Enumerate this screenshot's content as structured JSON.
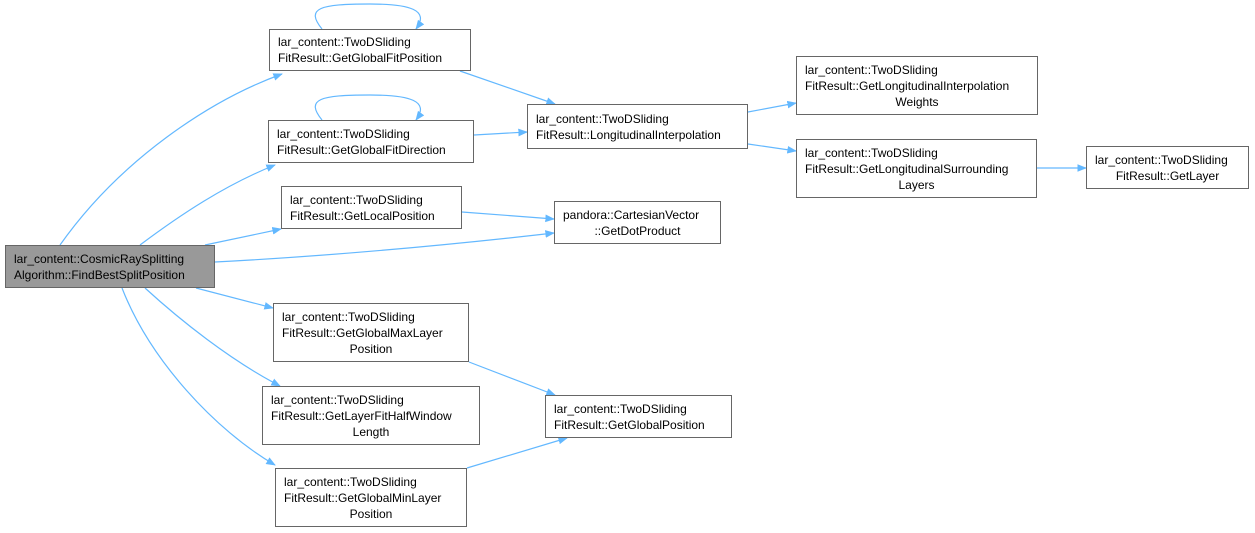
{
  "diagram": {
    "edge_color": "#63b8ff",
    "root_fill": "#999999",
    "node_border": "#666666",
    "nodes": [
      {
        "id": "root",
        "lines": [
          "lar_content::CosmicRaySplitting",
          "Algorithm::FindBestSplitPosition"
        ]
      },
      {
        "id": "getGlobalFitPosition",
        "lines": [
          "lar_content::TwoDSliding",
          "FitResult::GetGlobalFitPosition"
        ]
      },
      {
        "id": "getGlobalFitDirection",
        "lines": [
          "lar_content::TwoDSliding",
          "FitResult::GetGlobalFitDirection"
        ]
      },
      {
        "id": "getLocalPosition",
        "lines": [
          "lar_content::TwoDSliding",
          "FitResult::GetLocalPosition"
        ]
      },
      {
        "id": "getGlobalMaxLayerPosition",
        "lines": [
          "lar_content::TwoDSliding",
          "FitResult::GetGlobalMaxLayer",
          "Position"
        ]
      },
      {
        "id": "getLayerFitHalfWindowLength",
        "lines": [
          "lar_content::TwoDSliding",
          "FitResult::GetLayerFitHalfWindow",
          "Length"
        ]
      },
      {
        "id": "getGlobalMinLayerPosition",
        "lines": [
          "lar_content::TwoDSliding",
          "FitResult::GetGlobalMinLayer",
          "Position"
        ]
      },
      {
        "id": "longitudinalInterpolation",
        "lines": [
          "lar_content::TwoDSliding",
          "FitResult::LongitudinalInterpolation"
        ]
      },
      {
        "id": "getDotProduct",
        "lines": [
          "pandora::CartesianVector",
          "::GetDotProduct"
        ]
      },
      {
        "id": "getGlobalPosition",
        "lines": [
          "lar_content::TwoDSliding",
          "FitResult::GetGlobalPosition"
        ]
      },
      {
        "id": "getLongitudinalInterpolationWeights",
        "lines": [
          "lar_content::TwoDSliding",
          "FitResult::GetLongitudinalInterpolation",
          "Weights"
        ]
      },
      {
        "id": "getLongitudinalSurroundingLayers",
        "lines": [
          "lar_content::TwoDSliding",
          "FitResult::GetLongitudinalSurrounding",
          "Layers"
        ]
      },
      {
        "id": "getLayer",
        "lines": [
          "lar_content::TwoDSliding",
          "FitResult::GetLayer"
        ]
      }
    ],
    "edges": [
      {
        "from": "root",
        "to": "getGlobalFitPosition"
      },
      {
        "from": "root",
        "to": "getGlobalFitDirection"
      },
      {
        "from": "root",
        "to": "getLocalPosition"
      },
      {
        "from": "root",
        "to": "getDotProduct"
      },
      {
        "from": "root",
        "to": "getGlobalMaxLayerPosition"
      },
      {
        "from": "root",
        "to": "getLayerFitHalfWindowLength"
      },
      {
        "from": "root",
        "to": "getGlobalMinLayerPosition"
      },
      {
        "from": "getGlobalFitPosition",
        "to": "getGlobalFitPosition"
      },
      {
        "from": "getGlobalFitPosition",
        "to": "longitudinalInterpolation"
      },
      {
        "from": "getGlobalFitDirection",
        "to": "getGlobalFitDirection"
      },
      {
        "from": "getGlobalFitDirection",
        "to": "longitudinalInterpolation"
      },
      {
        "from": "getLocalPosition",
        "to": "getDotProduct"
      },
      {
        "from": "getGlobalMaxLayerPosition",
        "to": "getGlobalPosition"
      },
      {
        "from": "getGlobalMinLayerPosition",
        "to": "getGlobalPosition"
      },
      {
        "from": "longitudinalInterpolation",
        "to": "getLongitudinalInterpolationWeights"
      },
      {
        "from": "longitudinalInterpolation",
        "to": "getLongitudinalSurroundingLayers"
      },
      {
        "from": "getLongitudinalSurroundingLayers",
        "to": "getLayer"
      }
    ]
  }
}
